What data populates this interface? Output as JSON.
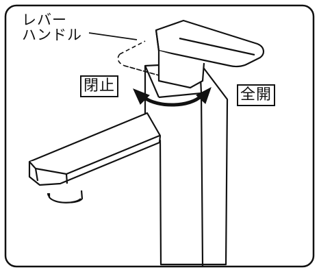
{
  "labels": {
    "lever_line1": "レバー",
    "lever_line2": "ハンドル",
    "close": "閉止",
    "full_open": "全開"
  },
  "icons": {
    "lever_handle": "lever-handle-icon",
    "faucet_body": "faucet-body-icon",
    "spout": "spout-icon",
    "rotation_arrow": "double-arrow-icon"
  },
  "colors": {
    "line": "#111111",
    "background": "#ffffff"
  }
}
